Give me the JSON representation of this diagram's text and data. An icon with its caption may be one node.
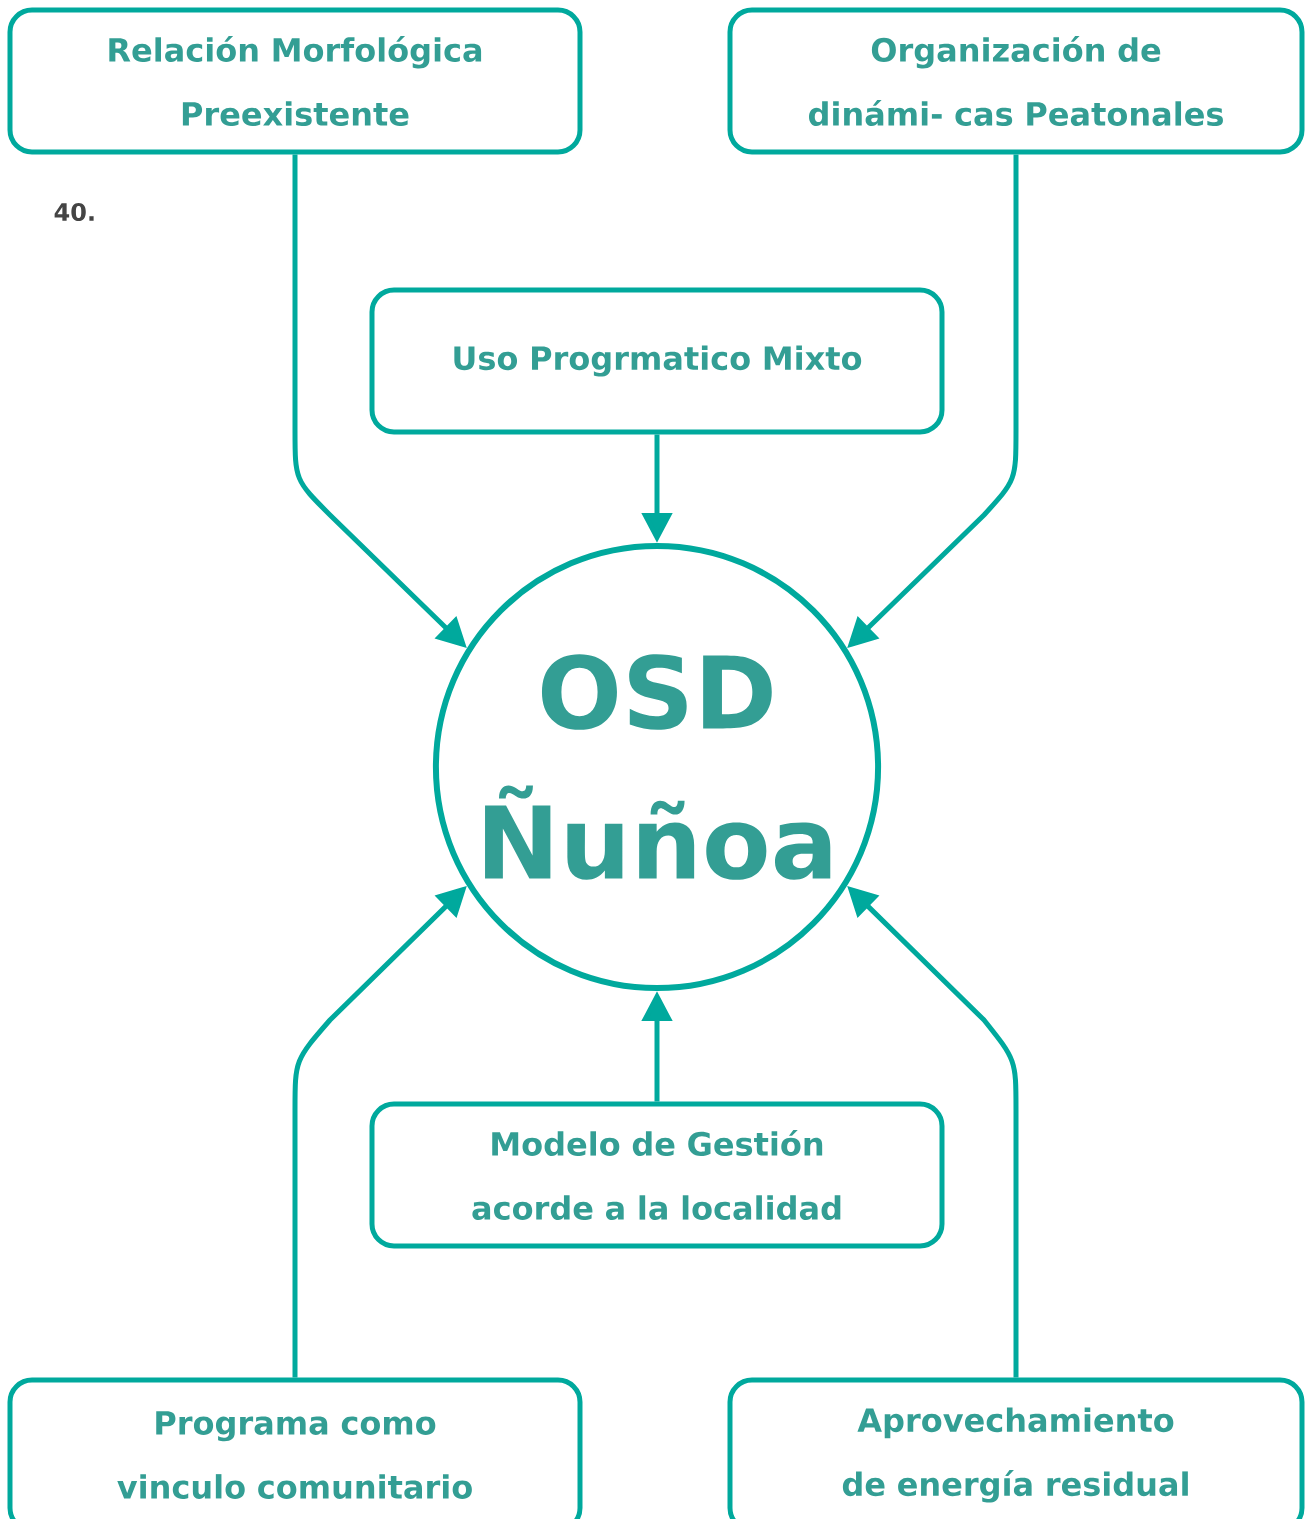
{
  "diagram": {
    "nodes": [
      {
        "text": [
          "Relación Morfológica Preexistente"
        ]
      },
      {
        "text": [
          "Organización de dinámi- cas Peatonales"
        ]
      },
      {
        "text": [
          "Uso Progrmatico Mixto"
        ]
      },
      {
        "text": [
          "OSD Ñuñoa"
        ]
      },
      {
        "text": [
          "Modelo de Gestión acorde a la localidad"
        ]
      },
      {
        "text": [
          "Programa como vinculo comunitario"
        ]
      },
      {
        "text": [
          "Aprovechamiento de energía residual"
        ]
      }
    ],
    "edges": [
      {
        "from": 0,
        "to": 3,
        "arrow": "to"
      },
      {
        "from": 1,
        "to": 3,
        "arrow": "to"
      },
      {
        "from": 2,
        "to": 3,
        "arrow": "to"
      },
      {
        "from": 4,
        "to": 3,
        "arrow": "to"
      },
      {
        "from": 5,
        "to": 3,
        "arrow": "to"
      },
      {
        "from": 6,
        "to": 3,
        "arrow": "to"
      }
    ],
    "labels": [
      "40."
    ]
  }
}
